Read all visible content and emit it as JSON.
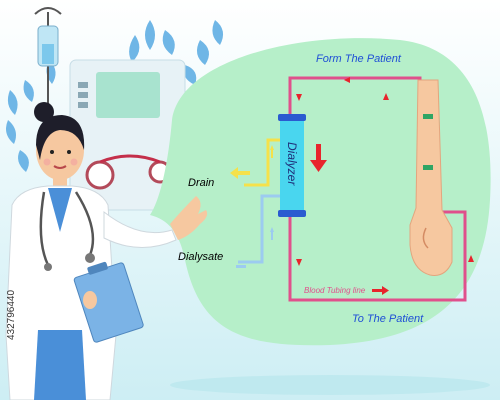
{
  "diagram": {
    "from_label": "Form The Patient",
    "to_label": "To The Patient",
    "drain_label": "Drain",
    "dialysate_label": "Dialysate",
    "dialyzer_label": "Dialyzer",
    "tubing_label": "Blood Tubing line"
  },
  "watermark": {
    "stock_id": "432796440"
  },
  "colors": {
    "bubble": "#b6efc9",
    "tubing": "#e0508c",
    "arrow_red": "#e8242c",
    "label_blue": "#1f4fd6",
    "drain_yellow": "#f5e14a",
    "dialysate_blue": "#9ccbf0",
    "dialyzer_cyan": "#49d6ef",
    "dialyzer_cap": "#2a5bd0",
    "skin": "#f6c8a0",
    "coat": "#ffffff",
    "scrubs": "#4a8fd8"
  }
}
